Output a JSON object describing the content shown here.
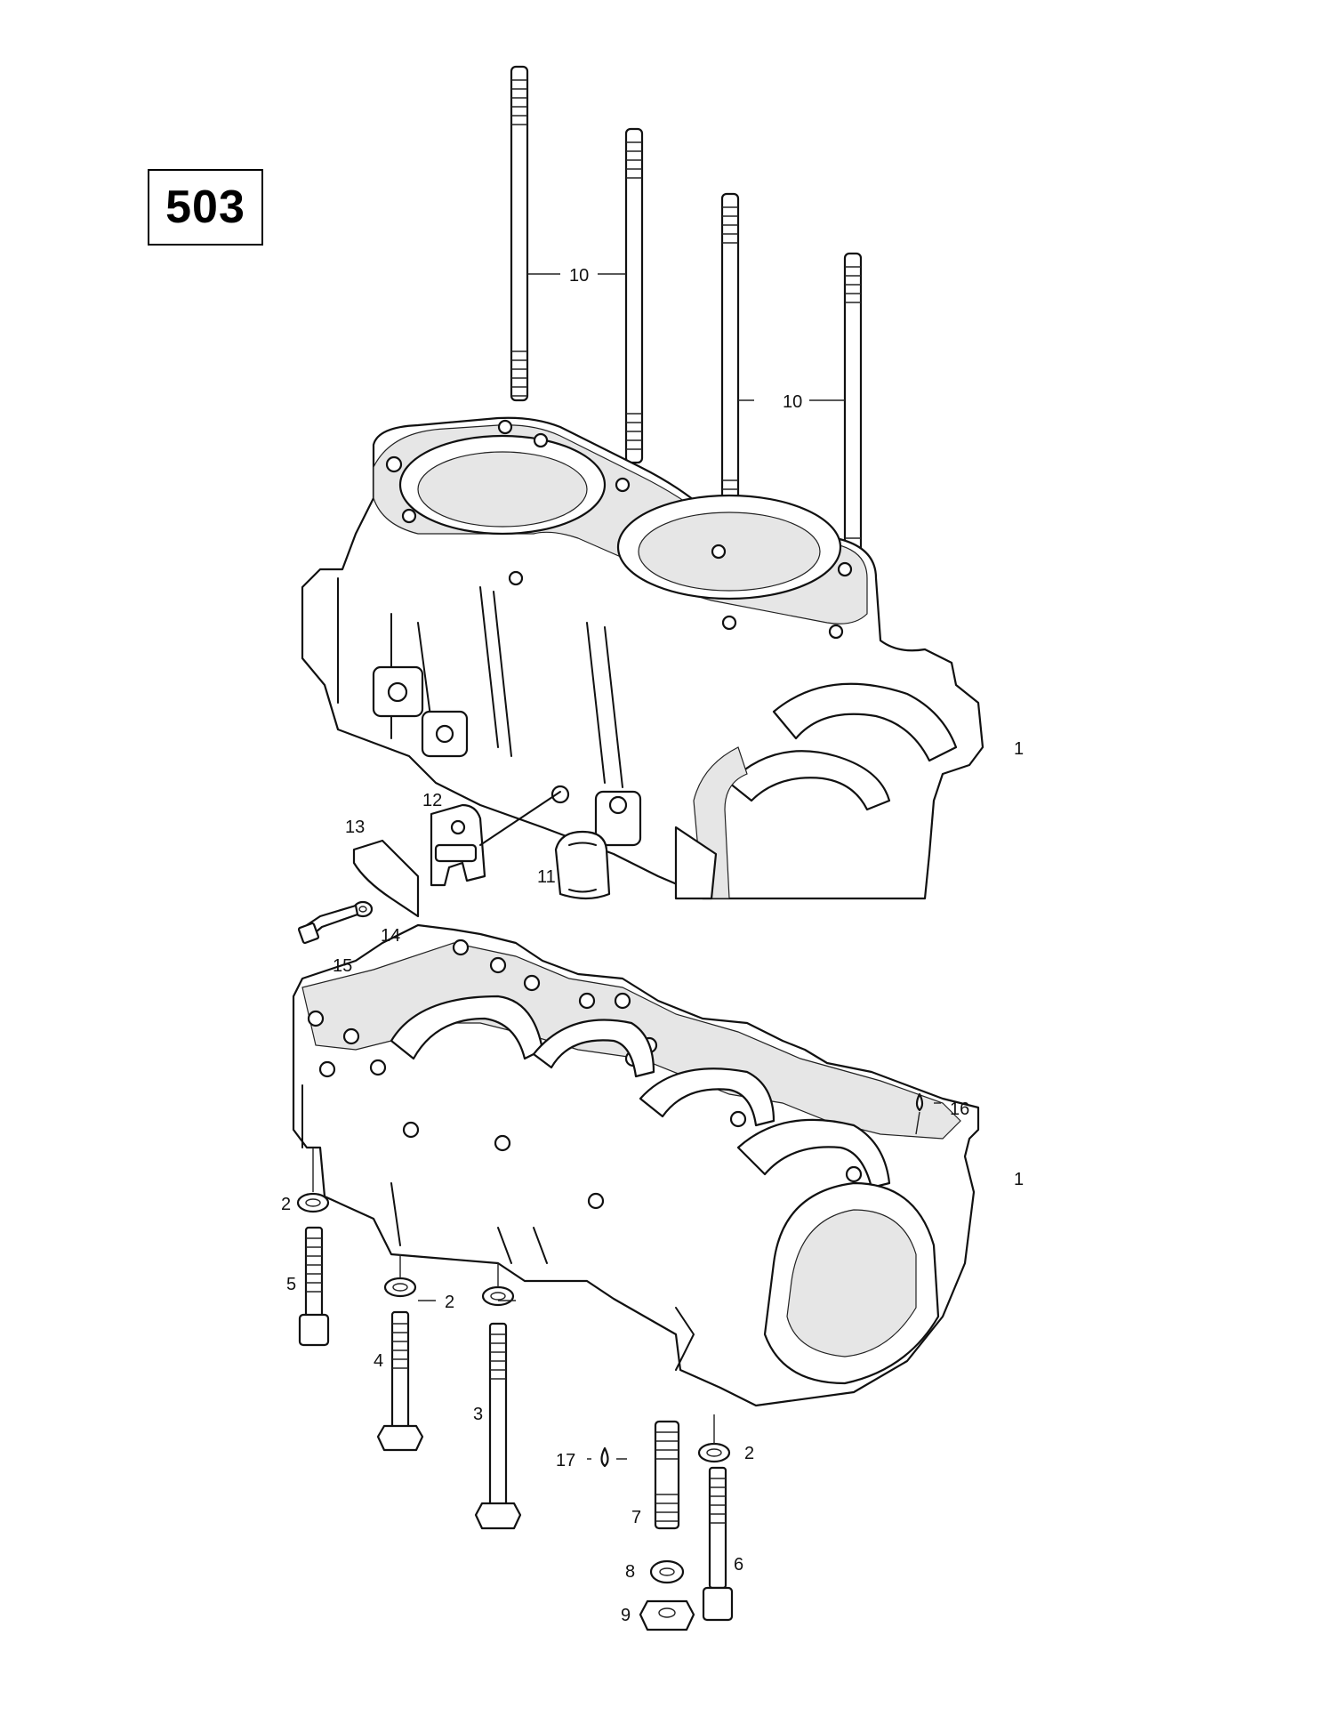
{
  "diagram": {
    "reference_number": "503",
    "callouts": {
      "c1_upper": "1",
      "c1_lower": "1",
      "c2_a": "2",
      "c2_b": "2",
      "c2_c": "2",
      "c3": "3",
      "c4": "4",
      "c5": "5",
      "c6": "6",
      "c7": "7",
      "c8": "8",
      "c9": "9",
      "c10_left": "10",
      "c10_right": "10",
      "c11": "11",
      "c12": "12",
      "c13": "13",
      "c14": "14",
      "c15": "15",
      "c16": "16",
      "c17": "17"
    },
    "colors": {
      "line": "#111111",
      "background": "#ffffff"
    }
  }
}
